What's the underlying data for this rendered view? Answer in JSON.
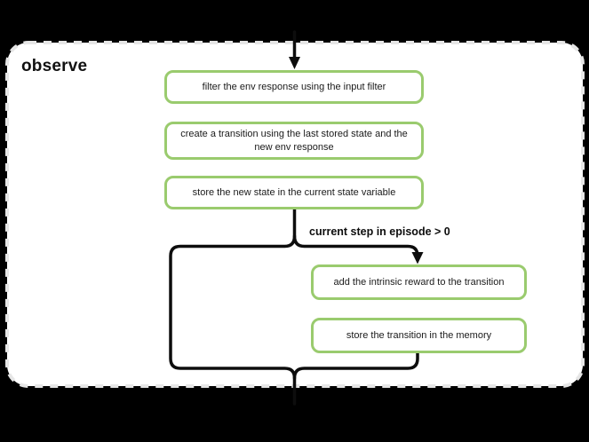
{
  "page": {
    "background_color": "#000000"
  },
  "diagram": {
    "title": "observe",
    "container": {
      "fill_color": "#ffffff",
      "border_color": "#e6e6e6",
      "border_style": "dashed"
    },
    "node_style": {
      "border_color": "#9ACB6E",
      "fill_color": "#ffffff",
      "text_color": "#1a1a1a"
    },
    "connector_color": "#0d0d0d",
    "nodes": [
      {
        "id": "filter",
        "label": "filter the env response using the input filter"
      },
      {
        "id": "create",
        "label": "create a transition using the last stored state and the\nnew env response"
      },
      {
        "id": "store-state",
        "label": "store the new state in the current state variable"
      },
      {
        "id": "add-reward",
        "label": "add the intrinsic reward to the transition"
      },
      {
        "id": "store-transition",
        "label": "store the transition in the memory"
      }
    ],
    "condition_label": "current step in episode > 0"
  }
}
